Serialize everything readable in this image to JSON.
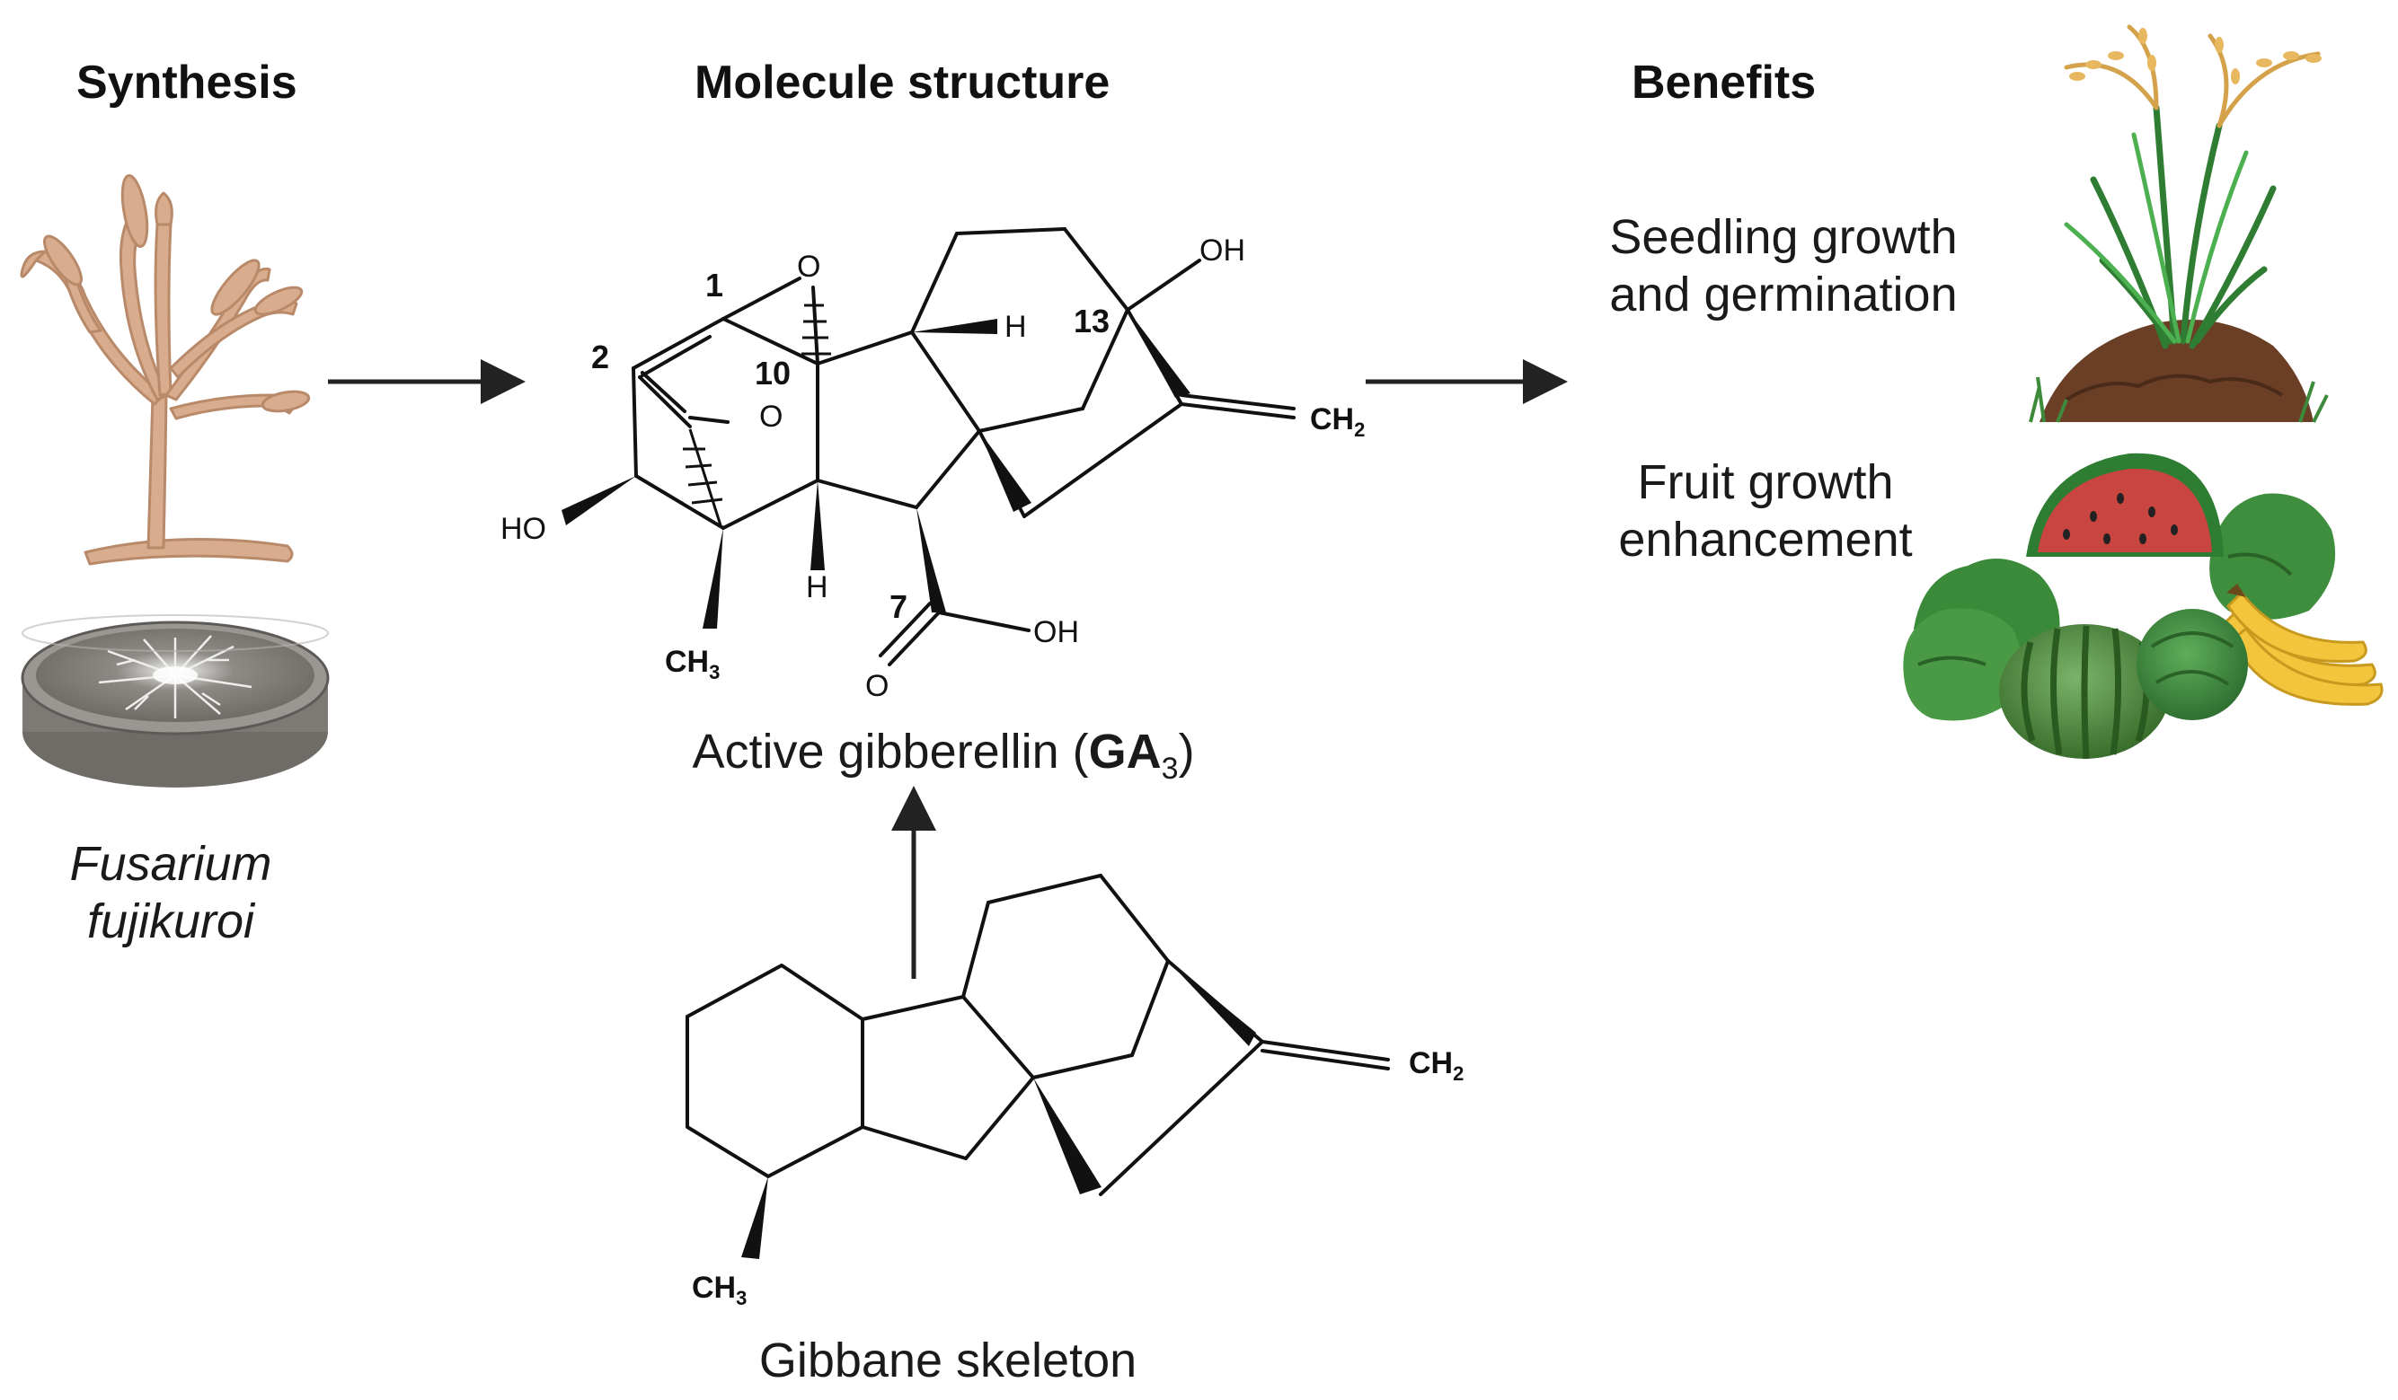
{
  "headings": {
    "synthesis": "Synthesis",
    "molecule": "Molecule structure",
    "benefits": "Benefits"
  },
  "organism": {
    "line1": "Fusarium",
    "line2": "fujikuroi"
  },
  "ga3": {
    "caption_prefix": "Active gibberellin (",
    "caption_bold": "GA",
    "caption_sub": "3",
    "caption_suffix": ")",
    "atom_labels": {
      "c1": "1",
      "c2": "2",
      "c10": "10",
      "c13": "13",
      "c7": "7",
      "o_bridge": "O",
      "o_lactone": "O",
      "o_acid": "O",
      "oh_top": "OH",
      "oh_left": "HO",
      "oh_acid": "OH",
      "h_upper": "H",
      "h_lower": "H",
      "ch2": "CH",
      "ch2_sub": "2",
      "ch3": "CH",
      "ch3_sub": "3"
    }
  },
  "gibbane": {
    "caption": "Gibbane skeleton",
    "ch2": "CH",
    "ch2_sub": "2",
    "ch3": "CH",
    "ch3_sub": "3"
  },
  "benefits": {
    "seedling_line1": "Seedling growth",
    "seedling_line2": "and germination",
    "fruit_line1": "Fruit growth",
    "fruit_line2": "enhancement"
  }
}
